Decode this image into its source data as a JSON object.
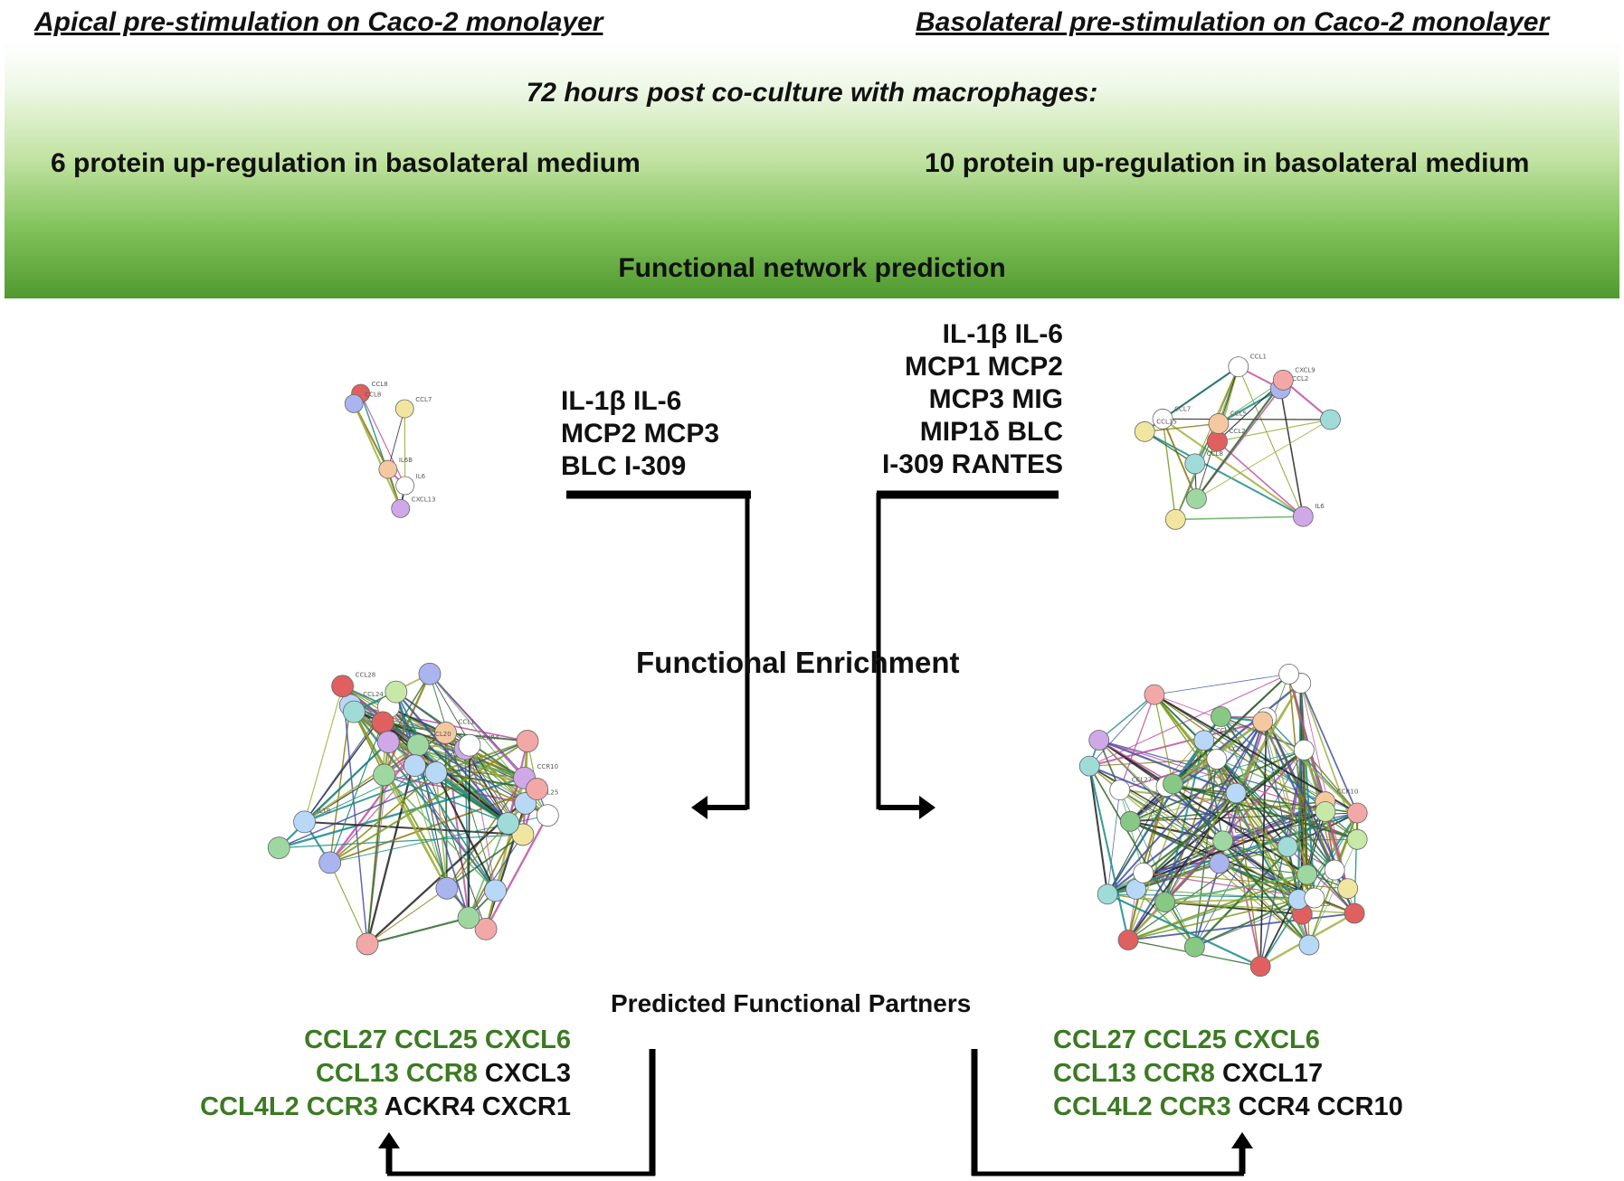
{
  "headers": {
    "left": "Apical pre-stimulation on Caco-2 monolayer",
    "right": "Basolateral pre-stimulation on Caco-2 monolayer"
  },
  "band": {
    "time_label": "72 hours post co-culture with macrophages:",
    "left_result": "6 protein up-regulation in basolateral medium",
    "right_result": "10 protein up-regulation in basolateral medium",
    "prediction_label": "Functional network prediction"
  },
  "left_proteins": [
    "IL-1β IL-6",
    "MCP2 MCP3",
    "BLC I-309"
  ],
  "right_proteins": [
    "IL-1β IL-6",
    "MCP1 MCP2",
    "MCP3 MIG",
    "MIP1δ BLC",
    "I-309 RANTES"
  ],
  "enrichment_label": "Functional Enrichment",
  "partners_label": "Predicted Functional Partners",
  "left_partners": {
    "line1_green": "CCL27 CCL25 CXCL6",
    "line2_green": "CCL13 CCR8",
    "line2_black": "CXCL3",
    "line3_green": "CCL4L2 CCR3",
    "line3_black": "ACKR4 CXCR1"
  },
  "right_partners": {
    "line1_green": "CCL27 CCL25 CXCL6",
    "line2_green": "CCL13 CCR8",
    "line2_black": "CXCL17",
    "line3_green": "CCL4L2 CCR3",
    "line3_black": "CCR4 CCR10"
  },
  "small_left_net_labels": [
    "CCL8",
    "IL6B",
    "CXCL13",
    "IL6",
    "CCL7",
    "CCL8"
  ],
  "small_right_net_labels": [
    "IL6",
    "CCL2",
    "CCL7",
    "CCL15",
    "CCL8",
    "CCL2",
    "CXCL9",
    "CCL5",
    "CCL1"
  ],
  "big_left_net_labels": [
    "CCL24",
    "CCL25",
    "CCL1",
    "CCR10",
    "CCL28",
    "CCL20",
    "ACKR4",
    "IL1B"
  ],
  "big_right_net_labels": [
    "CXCL17",
    "CCL25",
    "CCR10",
    "CCR4",
    "CCL27",
    "CCL5",
    "CXCL16",
    "CCL28"
  ],
  "colors": {
    "green_text": "#3c7a23",
    "band_dark": "#4f9a2f",
    "band_light": "#ffffff"
  }
}
